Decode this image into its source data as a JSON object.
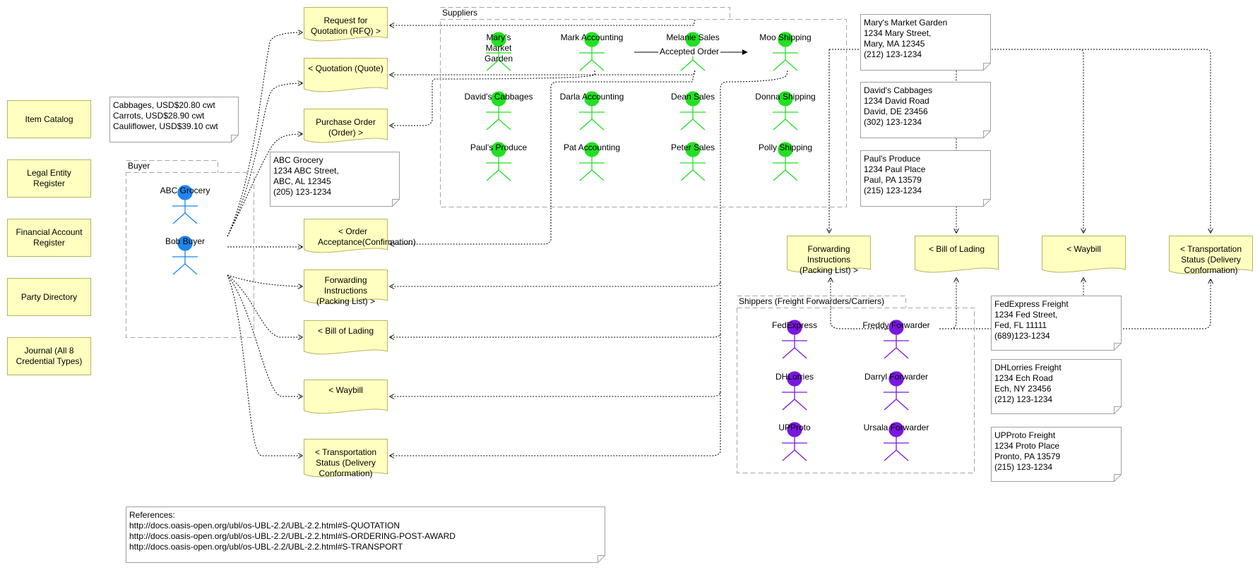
{
  "colors": {
    "document_fill": "#ffffc0",
    "document_stroke": "#b5b55e",
    "note_stroke": "#a0a0a0",
    "frame_stroke": "#a6a6a6",
    "buyer_actor": "#1f86ee",
    "supplier_actor": "#22e022",
    "shipper_actor": "#7a17e0",
    "line": "#000000"
  },
  "left_panel": [
    "Item Catalog",
    "Legal Entity Register",
    "Financial Account Register",
    "Party Directory",
    "Journal (All 8 Credential Types)"
  ],
  "item_note": [
    "Cabbages, USD$20.80 cwt",
    "Carrots, USD$28.90 cwt",
    "Cauliflower, USD$39.10 cwt"
  ],
  "buyer": {
    "title": "Buyer",
    "actors": [
      "ABC Grocery",
      "Bob Buyer"
    ],
    "note": [
      "ABC Grocery",
      "1234 ABC Street,",
      "ABC, AL 12345",
      "(205) 123-1234"
    ]
  },
  "messages": [
    "Request for Quotation (RFQ) >",
    "< Quotation (Quote)",
    "Purchase Order (Order) >",
    "< Order Acceptance(Confirmation)",
    "Forwarding Instructions (Packing List) >",
    "< Bill of Lading",
    "< Waybill",
    "< Transportation Status (Delivery Conformation)"
  ],
  "suppliers": {
    "title": "Suppliers",
    "actors": [
      [
        "Mary's Market Garden",
        "Mark Accounting",
        "Melanie Sales",
        "Moo Shipping"
      ],
      [
        "David's Cabbages",
        "Darla Accounting",
        "Dean Sales",
        "Donna Shipping"
      ],
      [
        "Paul's Produce",
        "Pat Accounting",
        "Peter Sales",
        "Polly Shipping"
      ]
    ],
    "accepted_order_label": "Accepted Order",
    "notes": [
      [
        "Mary's Market Garden",
        "1234 Mary Street,",
        "Mary, MA 12345",
        "(212) 123-1234"
      ],
      [
        "David's Cabbages",
        "1234 David Road",
        "David, DE 23456",
        "(302) 123-1234"
      ],
      [
        "Paul's Produce",
        "1234 Paul Place",
        "Paul, PA 13579",
        "(215) 123-1234"
      ]
    ]
  },
  "shipping_docs": [
    "Forwarding Instructions (Packing List) >",
    "< Bill of Lading",
    "< Waybill",
    "< Transportation Status (Delivery Conformation)"
  ],
  "shippers": {
    "title": "Shippers (Freight Forwarders/Carriers)",
    "actors": [
      [
        "FedExpress",
        "Freddy Forwarder"
      ],
      [
        "DHLorries",
        "Darryl Forwarder"
      ],
      [
        "UPProto",
        "Ursala Forwarder"
      ]
    ],
    "notes": [
      [
        "FedExpress Freight",
        "1234 Fed Street,",
        "Fed,  FL 11111",
        "(689)123-1234"
      ],
      [
        "DHLorries Freight",
        "1234 Ech Road",
        "Ech, NY 23456",
        "(212) 123-1234"
      ],
      [
        "UPProto Freight",
        "1234 Proto Place",
        "Pronto, PA 13579",
        "(215) 123-1234"
      ]
    ]
  },
  "references": [
    "References:",
    "http://docs.oasis-open.org/ubl/os-UBL-2.2/UBL-2.2.html#S-QUOTATION",
    "http://docs.oasis-open.org/ubl/os-UBL-2.2/UBL-2.2.html#S-ORDERING-POST-AWARD",
    "http://docs.oasis-open.org/ubl/os-UBL-2.2/UBL-2.2.html#S-TRANSPORT"
  ]
}
